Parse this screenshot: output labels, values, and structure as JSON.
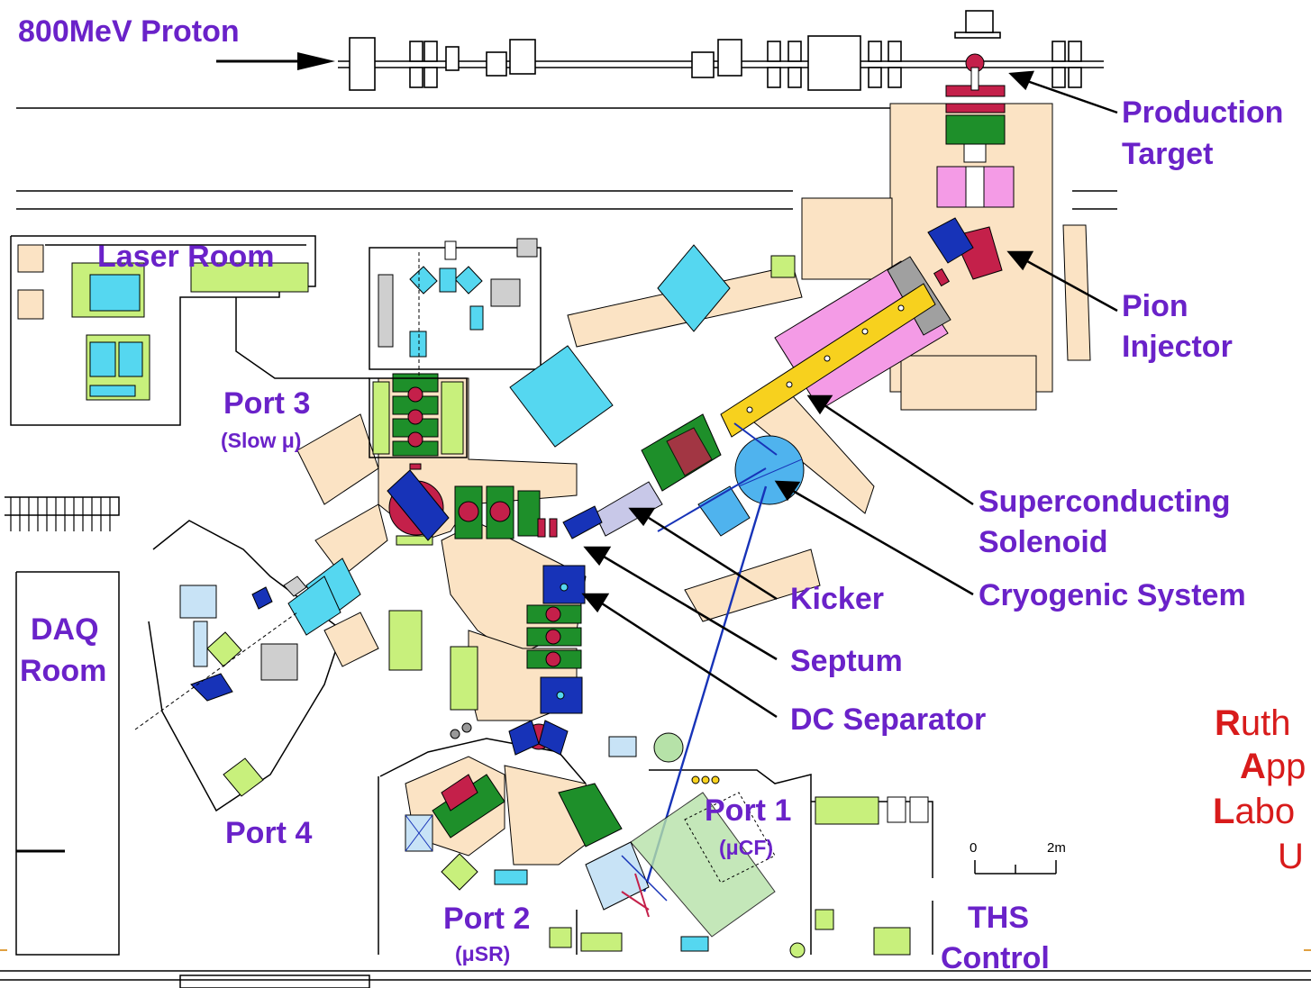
{
  "labels": {
    "proton": "800MeV Proton",
    "production": "Production",
    "target": "Target",
    "laser_room": "Laser Room",
    "pion": "Pion",
    "injector": "Injector",
    "port3": "Port 3",
    "port3_sub": "(Slow μ)",
    "superconducting": "Superconducting",
    "solenoid": "Solenoid",
    "cryogenic": "Cryogenic System",
    "kicker": "Kicker",
    "septum": "Septum",
    "dc_separator": "DC Separator",
    "daq": "DAQ",
    "room": "Room",
    "port4": "Port 4",
    "port1": "Port 1",
    "port1_sub": "(μCF)",
    "port2": "Port 2",
    "port2_sub": "(μSR)",
    "ths": "THS",
    "control": "Control",
    "scale_zero": "0",
    "scale_two": "2m"
  },
  "institution": {
    "line1_cap": "R",
    "line1_rest": "uth",
    "line2_cap": "A",
    "line2_rest": "pp",
    "line3_cap": "L",
    "line3_rest": "abo",
    "line4": "U"
  },
  "colors": {
    "label": "#6a22c9",
    "institution": "#d81b1b",
    "wall": "#000000",
    "floor_beige": "#fbe3c4",
    "magnet_green": "#1e8f2a",
    "quad_red": "#c4204a",
    "dipole_blue": "#1733b8",
    "light_cyan": "#55d7f0",
    "light_green": "#c8f07c",
    "pink": "#f49be6",
    "yellow": "#f7d11e",
    "sky": "#4fb3ee"
  }
}
